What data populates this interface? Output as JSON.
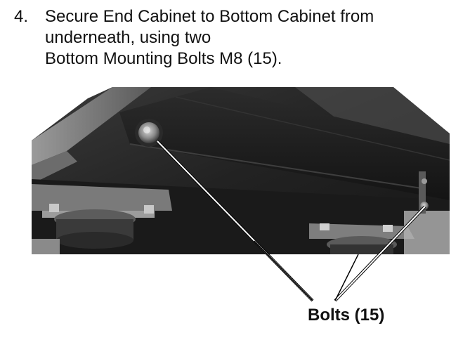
{
  "step": {
    "number": "4.",
    "lines": [
      "Secure End Cabinet to Bottom Cabinet from",
      "underneath, using two",
      "Bottom Mounting Bolts M8 (15)."
    ]
  },
  "callout": {
    "label": "Bolts (15)"
  },
  "colors": {
    "text": "#111111",
    "photo_dark": "#1c1c1c",
    "callout_line": "#ffffff"
  }
}
